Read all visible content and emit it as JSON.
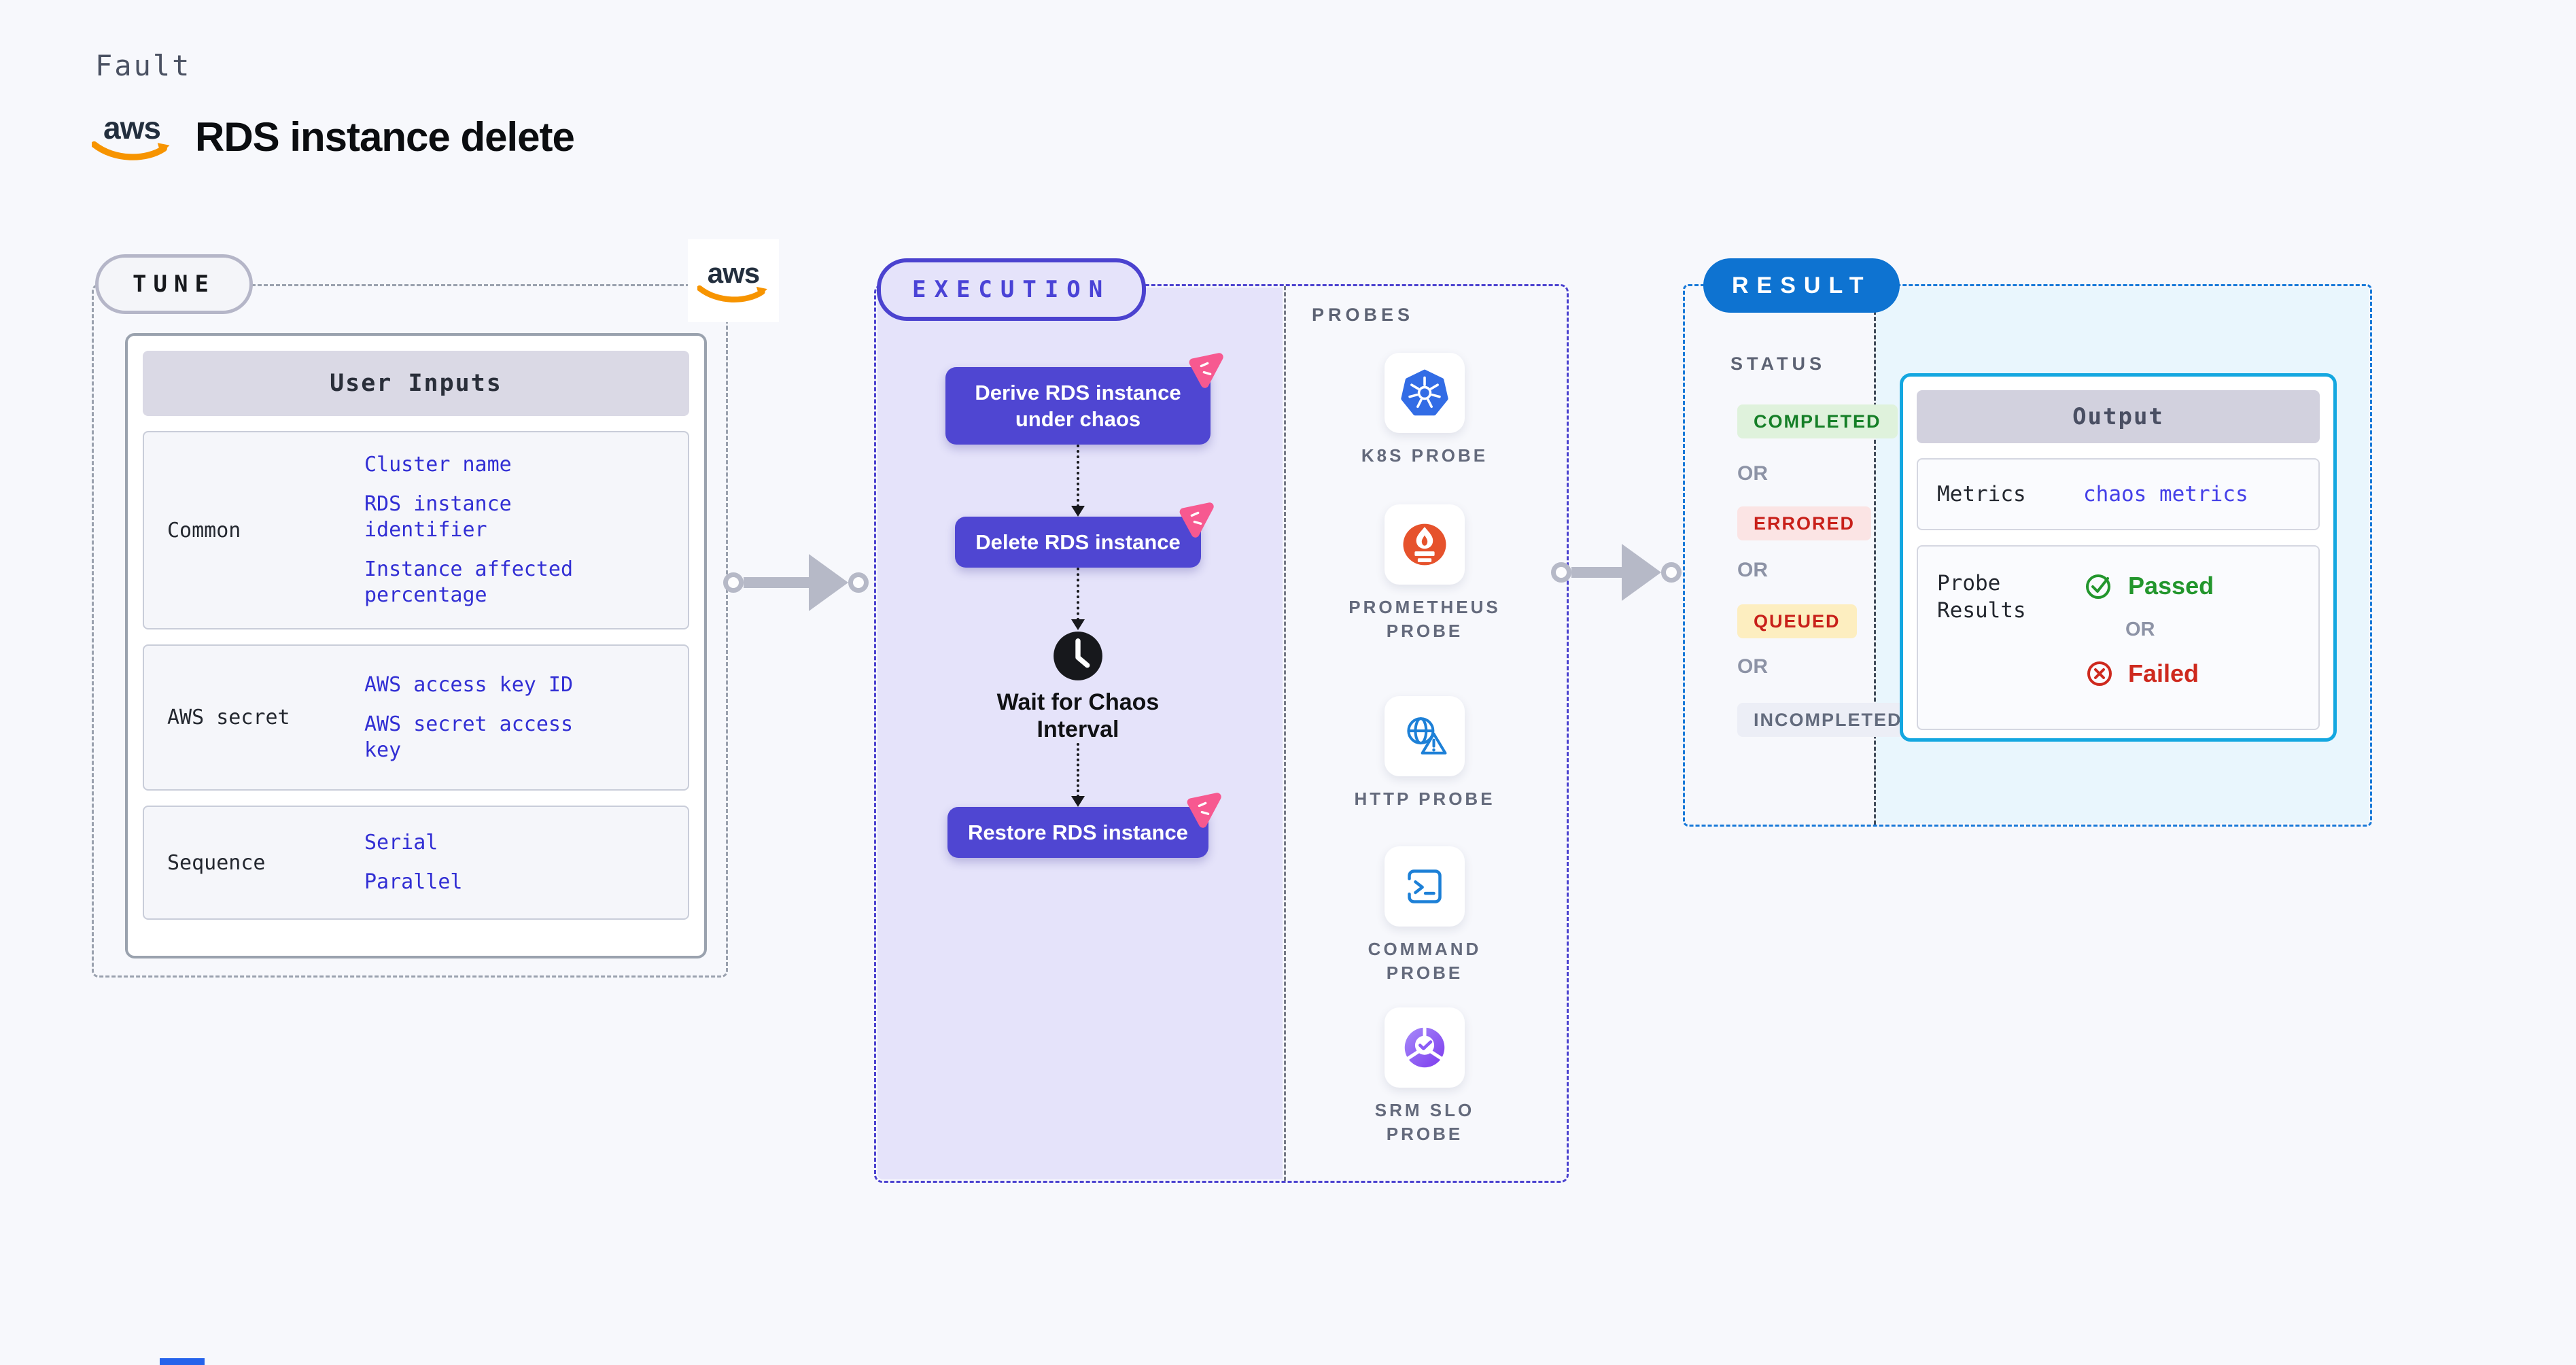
{
  "header": {
    "kind_label": "Fault",
    "title": "RDS instance delete",
    "aws_word": "aws"
  },
  "tune": {
    "badge": "TUNE",
    "table_title": "User Inputs",
    "rows": [
      {
        "label": "Common",
        "values": [
          "Cluster name",
          "RDS instance identifier",
          "Instance affected percentage"
        ]
      },
      {
        "label": "AWS secret",
        "values": [
          "AWS access key ID",
          "AWS secret access key"
        ]
      },
      {
        "label": "Sequence",
        "values": [
          "Serial",
          "Parallel"
        ]
      }
    ]
  },
  "execution": {
    "badge": "EXECUTION",
    "steps": [
      "Derive RDS instance under chaos",
      "Delete RDS instance",
      "Restore RDS instance"
    ],
    "wait_label": "Wait for Chaos Interval"
  },
  "probes": {
    "title": "PROBES",
    "items": [
      {
        "label": "K8S PROBE",
        "icon": "kubernetes-icon"
      },
      {
        "label": "PROMETHEUS PROBE",
        "icon": "prometheus-icon"
      },
      {
        "label": "HTTP PROBE",
        "icon": "http-globe-warning-icon"
      },
      {
        "label": "COMMAND PROBE",
        "icon": "terminal-icon"
      },
      {
        "label": "SRM SLO PROBE",
        "icon": "slo-check-icon"
      }
    ]
  },
  "result": {
    "badge": "RESULT",
    "status_title": "STATUS",
    "or_label": "OR",
    "statuses": [
      {
        "label": "COMPLETED",
        "bg": "#dff2dc",
        "fg": "#157f27"
      },
      {
        "label": "ERRORED",
        "bg": "#fbe4e4",
        "fg": "#c8201a"
      },
      {
        "label": "QUEUED",
        "bg": "#fdeec0",
        "fg": "#c8201a"
      },
      {
        "label": "INCOMPLETED",
        "bg": "#eceef6",
        "fg": "#636b7d"
      }
    ],
    "output": {
      "title": "Output",
      "metrics_label": "Metrics",
      "metrics_value": "chaos metrics",
      "probe_results_label": "Probe Results",
      "passed_label": "Passed",
      "or_label": "OR",
      "failed_label": "Failed"
    }
  },
  "colors": {
    "page_bg": "#f7f8fc",
    "indigo_dash": "#4b42cf",
    "step_indigo": "#4f46d2",
    "lavender_panel": "#e5e3fa",
    "result_pill_blue": "#0e73d1",
    "result_dash_blue": "#1879d8",
    "output_border_cyan": "#14a7e0",
    "result_panel_cyan": "#e9f6fd",
    "input_value_blue": "#322fd4",
    "metrics_link_blue": "#4540e8",
    "passed_green": "#23962d",
    "failed_red": "#ce291e",
    "chaos_badge_pink": "#f75990",
    "aws_orange": "#f79400",
    "gray_dash": "#9aa1ae",
    "kubernetes_blue": "#326ce5",
    "prometheus_orange": "#e6522c",
    "probe_icon_blue": "#1d80d7",
    "srm_purple": "#7c3aed"
  }
}
